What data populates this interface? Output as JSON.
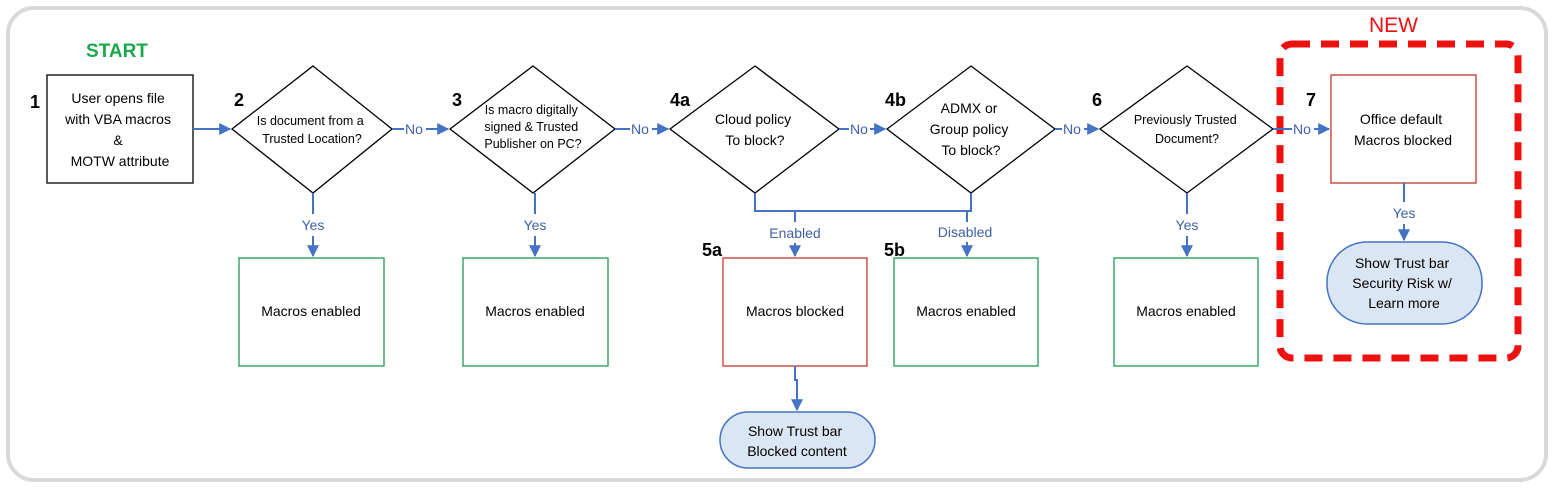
{
  "start_label": "START",
  "new_label": "NEW",
  "steps": {
    "s1": {
      "num": "1",
      "lines": [
        "User opens file",
        "with VBA macros",
        "&",
        "MOTW attribute"
      ]
    },
    "s2": {
      "num": "2",
      "lines": [
        "Is document from a",
        "Trusted Location?"
      ]
    },
    "s3": {
      "num": "3",
      "lines": [
        "Is macro digitally",
        "signed & Trusted",
        "Publisher on PC?"
      ]
    },
    "s4a": {
      "num": "4a",
      "lines": [
        "Cloud policy",
        "To block?"
      ]
    },
    "s4b": {
      "num": "4b",
      "lines": [
        "ADMX or",
        "Group policy",
        "To block?"
      ]
    },
    "s6": {
      "num": "6",
      "lines": [
        "Previously Trusted",
        "Document?"
      ]
    },
    "s7": {
      "num": "7",
      "lines": [
        "Office default",
        "Macros blocked"
      ]
    },
    "s5a": {
      "num": "5a",
      "lines": [
        "Macros blocked"
      ]
    },
    "s5b": {
      "num": "5b",
      "lines": [
        "Macros enabled"
      ]
    }
  },
  "outcomes": {
    "o2": "Macros enabled",
    "o3": "Macros enabled",
    "o6": "Macros enabled"
  },
  "trust_bar_blocked": [
    "Show Trust bar",
    "Blocked content"
  ],
  "trust_bar_risk": [
    "Show Trust bar",
    "Security Risk w/",
    "Learn more"
  ],
  "edge_labels": {
    "no": "No",
    "yes": "Yes",
    "enabled": "Enabled",
    "disabled": "Disabled"
  },
  "colors": {
    "arrow": "#4472c4",
    "green_box": "#1e9a4f",
    "red_box": "#c0392b",
    "new_border": "#ee1111",
    "rounded_fill": "#dbe6f4"
  }
}
